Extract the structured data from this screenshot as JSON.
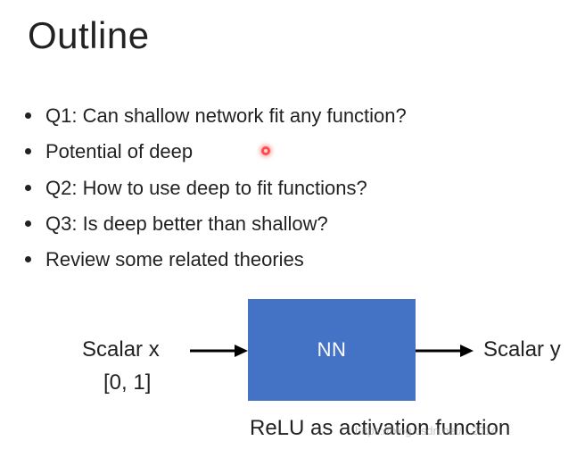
{
  "slide": {
    "title": "Outline",
    "bullets": [
      "Q1: Can shallow network fit any function?",
      "Potential of deep",
      "Q2: How to use deep to fit functions?",
      "Q3: Is deep better than shallow?",
      "Review some related theories"
    ]
  },
  "diagram": {
    "input_label": "Scalar x",
    "input_range": "[0, 1]",
    "box_label": "NN",
    "output_label": "Scalar y",
    "caption": "ReLU as activation function"
  },
  "watermark": "https://blog.csdn.net/...2014",
  "colors": {
    "box_fill": "#4472c4",
    "text": "#222222",
    "pointer": "#ff4d4d"
  }
}
